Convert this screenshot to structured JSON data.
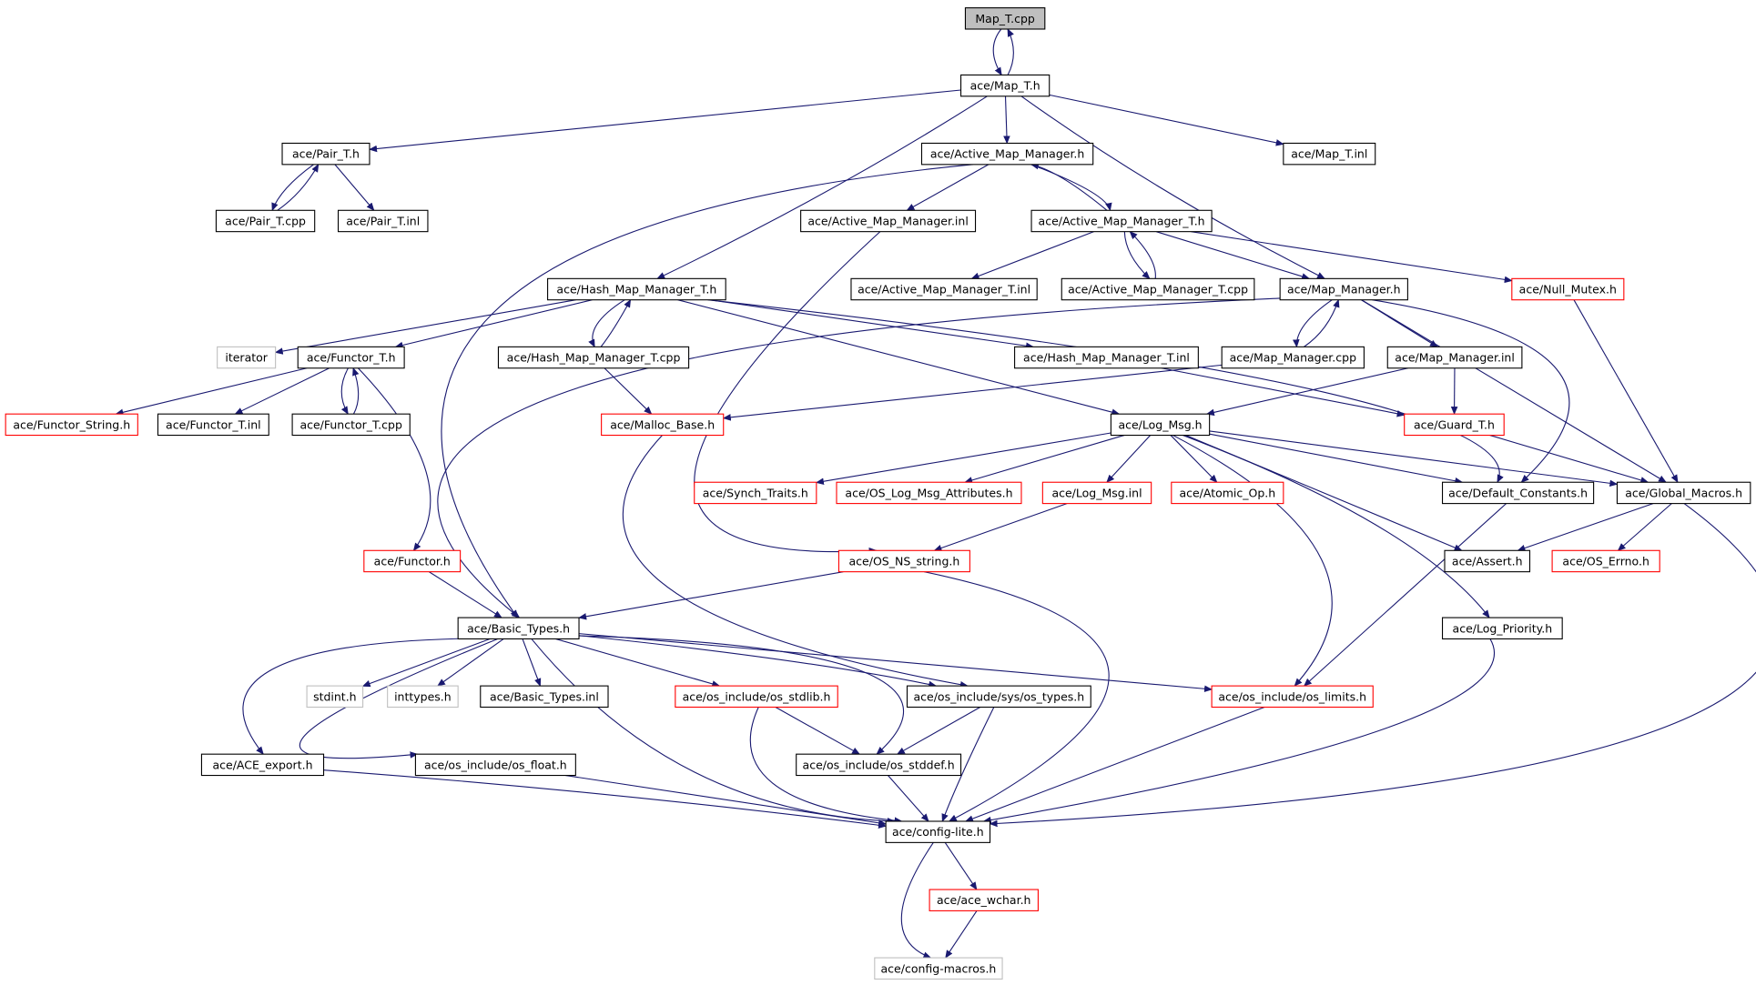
{
  "colors": {
    "edge": "#191970",
    "border_normal": "#000000",
    "border_red": "#ff0000",
    "border_missing": "#bfbfbf",
    "fill_root": "#bfbfbf",
    "fill": "#ffffff"
  },
  "nodes": {
    "map_t_cpp": {
      "label": "Map_T.cpp",
      "style": "root"
    },
    "map_t_h": {
      "label": "ace/Map_T.h",
      "style": "normal"
    },
    "pair_t_h": {
      "label": "ace/Pair_T.h",
      "style": "normal"
    },
    "active_map_manager_h": {
      "label": "ace/Active_Map_Manager.h",
      "style": "normal"
    },
    "map_t_inl": {
      "label": "ace/Map_T.inl",
      "style": "normal"
    },
    "pair_t_cpp": {
      "label": "ace/Pair_T.cpp",
      "style": "normal"
    },
    "pair_t_inl": {
      "label": "ace/Pair_T.inl",
      "style": "normal"
    },
    "active_map_manager_inl": {
      "label": "ace/Active_Map_Manager.inl",
      "style": "normal"
    },
    "active_map_manager_t_h": {
      "label": "ace/Active_Map_Manager_T.h",
      "style": "normal"
    },
    "hash_map_manager_t_h": {
      "label": "ace/Hash_Map_Manager_T.h",
      "style": "normal"
    },
    "active_map_manager_t_inl": {
      "label": "ace/Active_Map_Manager_T.inl",
      "style": "normal"
    },
    "active_map_manager_t_cpp": {
      "label": "ace/Active_Map_Manager_T.cpp",
      "style": "normal"
    },
    "map_manager_h": {
      "label": "ace/Map_Manager.h",
      "style": "normal"
    },
    "null_mutex_h": {
      "label": "ace/Null_Mutex.h",
      "style": "red"
    },
    "iterator": {
      "label": "iterator",
      "style": "missing"
    },
    "functor_t_h": {
      "label": "ace/Functor_T.h",
      "style": "normal"
    },
    "hash_map_manager_t_cpp": {
      "label": "ace/Hash_Map_Manager_T.cpp",
      "style": "normal"
    },
    "hash_map_manager_t_inl": {
      "label": "ace/Hash_Map_Manager_T.inl",
      "style": "normal"
    },
    "map_manager_cpp": {
      "label": "ace/Map_Manager.cpp",
      "style": "normal"
    },
    "map_manager_inl": {
      "label": "ace/Map_Manager.inl",
      "style": "normal"
    },
    "functor_string_h": {
      "label": "ace/Functor_String.h",
      "style": "red"
    },
    "functor_t_inl": {
      "label": "ace/Functor_T.inl",
      "style": "normal"
    },
    "functor_t_cpp": {
      "label": "ace/Functor_T.cpp",
      "style": "normal"
    },
    "malloc_base_h": {
      "label": "ace/Malloc_Base.h",
      "style": "red"
    },
    "log_msg_h": {
      "label": "ace/Log_Msg.h",
      "style": "normal"
    },
    "guard_t_h": {
      "label": "ace/Guard_T.h",
      "style": "red"
    },
    "synch_traits_h": {
      "label": "ace/Synch_Traits.h",
      "style": "red"
    },
    "os_log_msg_attributes_h": {
      "label": "ace/OS_Log_Msg_Attributes.h",
      "style": "red"
    },
    "log_msg_inl": {
      "label": "ace/Log_Msg.inl",
      "style": "red"
    },
    "atomic_op_h": {
      "label": "ace/Atomic_Op.h",
      "style": "red"
    },
    "default_constants_h": {
      "label": "ace/Default_Constants.h",
      "style": "normal"
    },
    "global_macros_h": {
      "label": "ace/Global_Macros.h",
      "style": "normal"
    },
    "functor_h": {
      "label": "ace/Functor.h",
      "style": "red"
    },
    "os_ns_string_h": {
      "label": "ace/OS_NS_string.h",
      "style": "red"
    },
    "assert_h": {
      "label": "ace/Assert.h",
      "style": "normal"
    },
    "os_errno_h": {
      "label": "ace/OS_Errno.h",
      "style": "red"
    },
    "basic_types_h": {
      "label": "ace/Basic_Types.h",
      "style": "normal"
    },
    "log_priority_h": {
      "label": "ace/Log_Priority.h",
      "style": "normal"
    },
    "stdint_h": {
      "label": "stdint.h",
      "style": "missing"
    },
    "inttypes_h": {
      "label": "inttypes.h",
      "style": "missing"
    },
    "basic_types_inl": {
      "label": "ace/Basic_Types.inl",
      "style": "normal"
    },
    "os_stdlib_h": {
      "label": "ace/os_include/os_stdlib.h",
      "style": "red"
    },
    "sys_os_types_h": {
      "label": "ace/os_include/sys/os_types.h",
      "style": "normal"
    },
    "os_limits_h": {
      "label": "ace/os_include/os_limits.h",
      "style": "red"
    },
    "ace_export_h": {
      "label": "ace/ACE_export.h",
      "style": "normal"
    },
    "os_float_h": {
      "label": "ace/os_include/os_float.h",
      "style": "normal"
    },
    "os_stddef_h": {
      "label": "ace/os_include/os_stddef.h",
      "style": "normal"
    },
    "config_lite_h": {
      "label": "ace/config-lite.h",
      "style": "normal"
    },
    "ace_wchar_h": {
      "label": "ace/ace_wchar.h",
      "style": "red"
    },
    "config_macros_h": {
      "label": "ace/config-macros.h",
      "style": "missing"
    }
  },
  "edges": [
    [
      "map_t_cpp",
      "map_t_h"
    ],
    [
      "map_t_h",
      "map_t_cpp"
    ],
    [
      "map_t_h",
      "pair_t_h"
    ],
    [
      "map_t_h",
      "active_map_manager_h"
    ],
    [
      "map_t_h",
      "map_t_inl"
    ],
    [
      "map_t_h",
      "hash_map_manager_t_h"
    ],
    [
      "map_t_h",
      "map_manager_h"
    ],
    [
      "pair_t_h",
      "pair_t_cpp"
    ],
    [
      "pair_t_cpp",
      "pair_t_h"
    ],
    [
      "pair_t_h",
      "pair_t_inl"
    ],
    [
      "active_map_manager_h",
      "active_map_manager_inl"
    ],
    [
      "active_map_manager_h",
      "active_map_manager_t_h"
    ],
    [
      "active_map_manager_t_h",
      "active_map_manager_h"
    ],
    [
      "active_map_manager_h",
      "basic_types_h"
    ],
    [
      "active_map_manager_inl",
      "os_ns_string_h"
    ],
    [
      "active_map_manager_t_h",
      "active_map_manager_t_inl"
    ],
    [
      "active_map_manager_t_h",
      "active_map_manager_t_cpp"
    ],
    [
      "active_map_manager_t_cpp",
      "active_map_manager_t_h"
    ],
    [
      "active_map_manager_t_h",
      "map_manager_h"
    ],
    [
      "active_map_manager_t_h",
      "null_mutex_h"
    ],
    [
      "hash_map_manager_t_h",
      "iterator"
    ],
    [
      "hash_map_manager_t_h",
      "functor_t_h"
    ],
    [
      "hash_map_manager_t_h",
      "hash_map_manager_t_cpp"
    ],
    [
      "hash_map_manager_t_cpp",
      "hash_map_manager_t_h"
    ],
    [
      "hash_map_manager_t_h",
      "hash_map_manager_t_inl"
    ],
    [
      "hash_map_manager_t_h",
      "log_msg_h"
    ],
    [
      "hash_map_manager_t_h",
      "default_constants_h"
    ],
    [
      "hash_map_manager_t_cpp",
      "malloc_base_h"
    ],
    [
      "hash_map_manager_t_inl",
      "guard_t_h"
    ],
    [
      "map_manager_h",
      "map_manager_cpp"
    ],
    [
      "map_manager_cpp",
      "map_manager_h"
    ],
    [
      "map_manager_h",
      "map_manager_inl"
    ],
    [
      "map_manager_h",
      "basic_types_h"
    ],
    [
      "map_manager_h",
      "default_constants_h"
    ],
    [
      "map_manager_h",
      "global_macros_h"
    ],
    [
      "map_manager_cpp",
      "malloc_base_h"
    ],
    [
      "map_manager_inl",
      "guard_t_h"
    ],
    [
      "map_manager_inl",
      "log_msg_h"
    ],
    [
      "null_mutex_h",
      "global_macros_h"
    ],
    [
      "functor_t_h",
      "functor_string_h"
    ],
    [
      "functor_t_h",
      "functor_t_inl"
    ],
    [
      "functor_t_h",
      "functor_t_cpp"
    ],
    [
      "functor_t_cpp",
      "functor_t_h"
    ],
    [
      "functor_t_h",
      "functor_h"
    ],
    [
      "functor_h",
      "basic_types_h"
    ],
    [
      "malloc_base_h",
      "sys_os_types_h"
    ],
    [
      "log_msg_h",
      "synch_traits_h"
    ],
    [
      "log_msg_h",
      "os_log_msg_attributes_h"
    ],
    [
      "log_msg_h",
      "log_msg_inl"
    ],
    [
      "log_msg_h",
      "atomic_op_h"
    ],
    [
      "log_msg_h",
      "default_constants_h"
    ],
    [
      "log_msg_h",
      "global_macros_h"
    ],
    [
      "log_msg_h",
      "assert_h"
    ],
    [
      "log_msg_h",
      "log_priority_h"
    ],
    [
      "log_msg_h",
      "os_limits_h"
    ],
    [
      "log_msg_inl",
      "os_ns_string_h"
    ],
    [
      "guard_t_h",
      "global_macros_h"
    ],
    [
      "default_constants_h",
      "os_limits_h"
    ],
    [
      "global_macros_h",
      "assert_h"
    ],
    [
      "global_macros_h",
      "os_errno_h"
    ],
    [
      "global_macros_h",
      "config_lite_h"
    ],
    [
      "os_ns_string_h",
      "basic_types_h"
    ],
    [
      "os_ns_string_h",
      "config_lite_h"
    ],
    [
      "log_priority_h",
      "config_lite_h"
    ],
    [
      "basic_types_h",
      "ace_export_h"
    ],
    [
      "basic_types_h",
      "os_float_h"
    ],
    [
      "basic_types_h",
      "stdint_h"
    ],
    [
      "basic_types_h",
      "inttypes_h"
    ],
    [
      "basic_types_h",
      "basic_types_inl"
    ],
    [
      "basic_types_h",
      "os_stdlib_h"
    ],
    [
      "basic_types_h",
      "sys_os_types_h"
    ],
    [
      "basic_types_h",
      "os_limits_h"
    ],
    [
      "basic_types_h",
      "os_stddef_h"
    ],
    [
      "basic_types_h",
      "config_lite_h"
    ],
    [
      "os_stdlib_h",
      "os_stddef_h"
    ],
    [
      "os_stdlib_h",
      "config_lite_h"
    ],
    [
      "sys_os_types_h",
      "os_stddef_h"
    ],
    [
      "sys_os_types_h",
      "config_lite_h"
    ],
    [
      "os_limits_h",
      "config_lite_h"
    ],
    [
      "ace_export_h",
      "config_lite_h"
    ],
    [
      "os_float_h",
      "config_lite_h"
    ],
    [
      "os_stddef_h",
      "config_lite_h"
    ],
    [
      "config_lite_h",
      "ace_wchar_h"
    ],
    [
      "config_lite_h",
      "config_macros_h"
    ],
    [
      "ace_wchar_h",
      "config_macros_h"
    ]
  ]
}
